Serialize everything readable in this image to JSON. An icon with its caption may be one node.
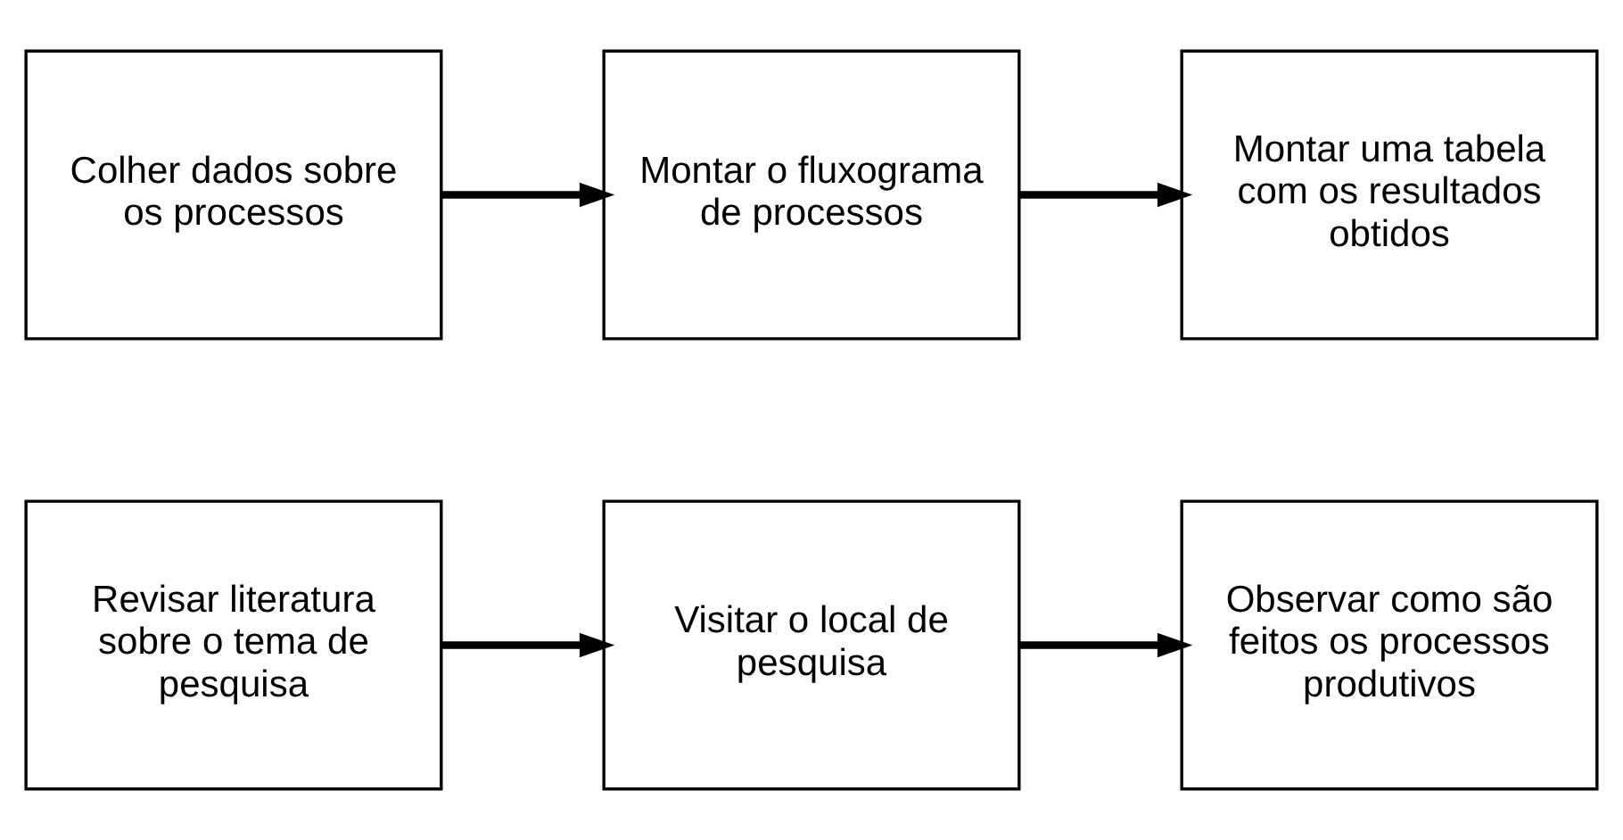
{
  "diagram": {
    "nodes": [
      {
        "text": [
          "Revisar literatura sobre o tema de pesquisa"
        ]
      },
      {
        "text": [
          "Visitar o local de pesquisa"
        ]
      },
      {
        "text": [
          "Observar como são feitos os processos produtivos"
        ]
      },
      {
        "text": [
          "Colher dados sobre os processos"
        ]
      },
      {
        "text": [
          "Montar o fluxograma de processos"
        ]
      },
      {
        "text": [
          "Montar uma tabela com os resultados obtidos"
        ]
      }
    ],
    "edges": [
      {
        "from": 0,
        "to": 1,
        "arrow": "to"
      },
      {
        "from": 1,
        "to": 2,
        "arrow": "to"
      },
      {
        "from": 3,
        "to": 4,
        "arrow": "to"
      },
      {
        "from": 4,
        "to": 5,
        "arrow": "to"
      }
    ]
  }
}
